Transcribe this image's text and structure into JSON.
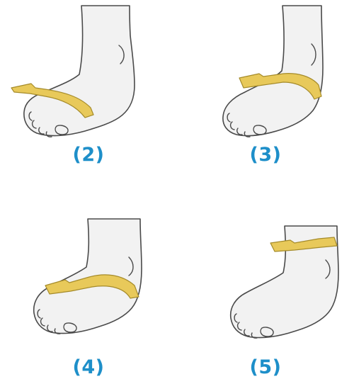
{
  "accent_color": "#1e8fc9",
  "tape_color": "#e8c95a",
  "tape_outline": "#a58b2a",
  "skin_fill": "#f2f2f2",
  "skin_stroke": "#4a4a4a",
  "panels": [
    {
      "label": "(2)",
      "tape_position": "toe-ball"
    },
    {
      "label": "(3)",
      "tape_position": "mid-foot"
    },
    {
      "label": "(4)",
      "tape_position": "instep"
    },
    {
      "label": "(5)",
      "tape_position": "ankle"
    }
  ]
}
